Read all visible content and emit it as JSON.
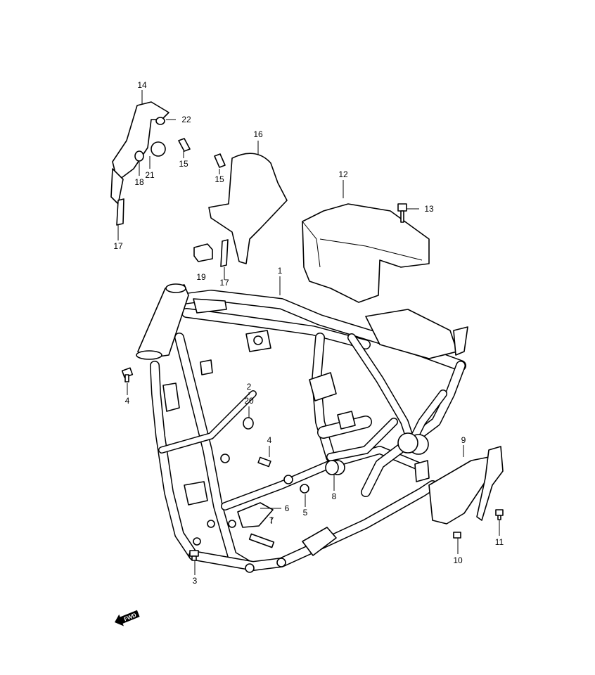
{
  "callouts": {
    "c1": "1",
    "c2": "2",
    "c3": "3",
    "c4a": "4",
    "c4b": "4",
    "c5": "5",
    "c6": "6",
    "c7": "7",
    "c8": "8",
    "c9": "9",
    "c10": "10",
    "c11": "11",
    "c12": "12",
    "c13": "13",
    "c14": "14",
    "c15a": "15",
    "c15b": "15",
    "c16": "16",
    "c17a": "17",
    "c17b": "17",
    "c18": "18",
    "c19": "19",
    "c20": "20",
    "c21": "21",
    "c22": "22"
  },
  "fwd_label": "FWD"
}
